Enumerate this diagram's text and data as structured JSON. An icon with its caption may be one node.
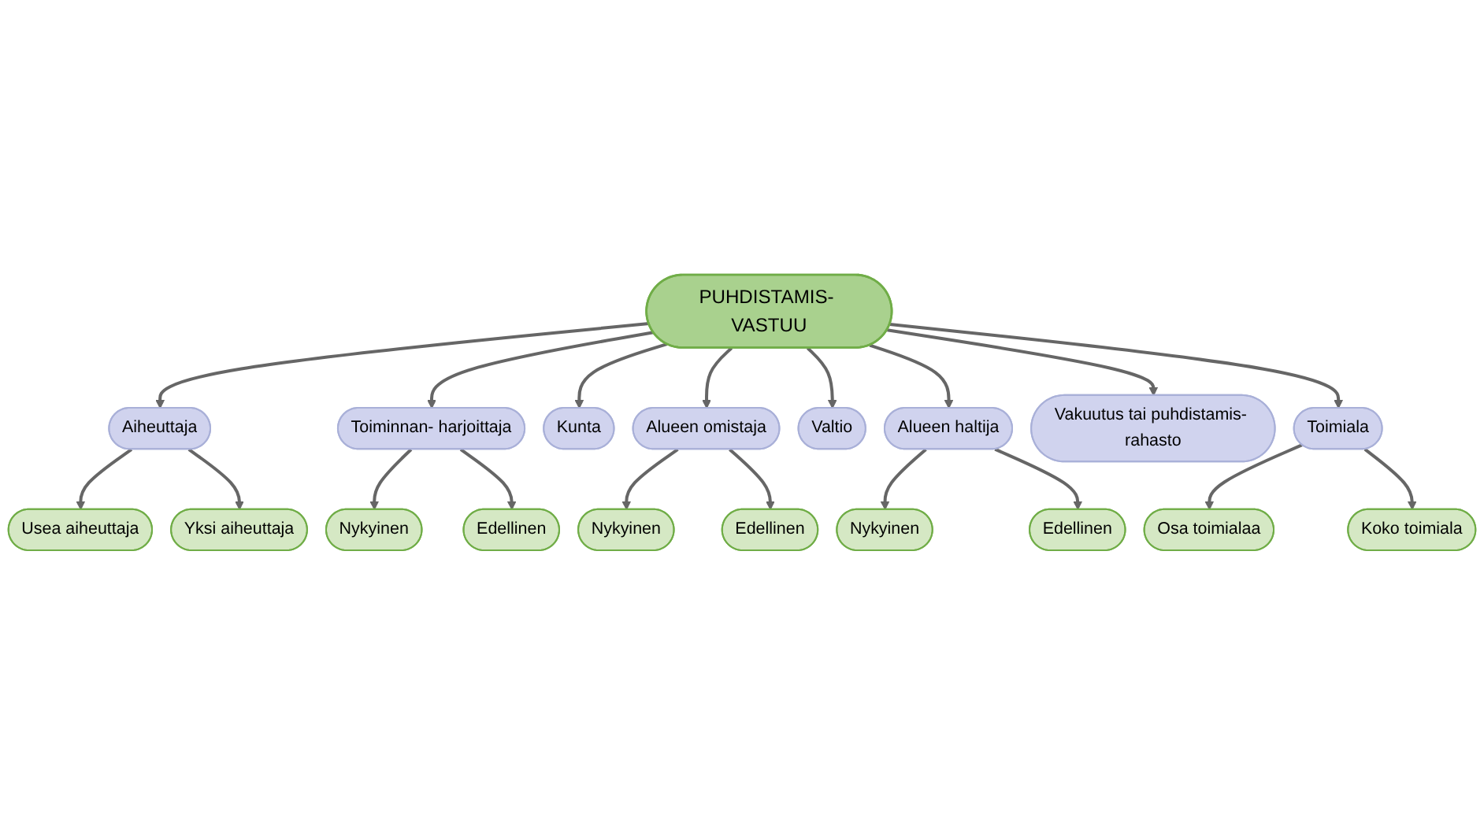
{
  "diagram": {
    "nodes": [
      {
        "text": [
          "PUHDISTAMIS- VASTUU"
        ]
      },
      {
        "text": [
          "Aiheuttaja"
        ]
      },
      {
        "text": [
          "Usea aiheuttaja"
        ]
      },
      {
        "text": [
          "Yksi aiheuttaja"
        ]
      },
      {
        "text": [
          "Toiminnan- harjoittaja"
        ]
      },
      {
        "text": [
          "Nykyinen"
        ]
      },
      {
        "text": [
          "Edellinen"
        ]
      },
      {
        "text": [
          "Kunta"
        ]
      },
      {
        "text": [
          "Alueen omistaja"
        ]
      },
      {
        "text": [
          "Nykyinen"
        ]
      },
      {
        "text": [
          "Edellinen"
        ]
      },
      {
        "text": [
          "Valtio"
        ]
      },
      {
        "text": [
          "Alueen haltija"
        ]
      },
      {
        "text": [
          "Nykyinen"
        ]
      },
      {
        "text": [
          "Edellinen"
        ]
      },
      {
        "text": [
          "Vakuutus tai puhdistamis- rahasto"
        ]
      },
      {
        "text": [
          "Toimiala"
        ]
      },
      {
        "text": [
          "Osa toimialaa"
        ]
      },
      {
        "text": [
          "Koko toimiala"
        ]
      }
    ],
    "edges": [
      {
        "from": 0,
        "to": 1,
        "arrow": "to"
      },
      {
        "from": 0,
        "to": 4,
        "arrow": "to"
      },
      {
        "from": 0,
        "to": 7,
        "arrow": "to"
      },
      {
        "from": 0,
        "to": 8,
        "arrow": "to"
      },
      {
        "from": 0,
        "to": 11,
        "arrow": "to"
      },
      {
        "from": 0,
        "to": 12,
        "arrow": "to"
      },
      {
        "from": 0,
        "to": 15,
        "arrow": "to"
      },
      {
        "from": 0,
        "to": 16,
        "arrow": "to"
      },
      {
        "from": 1,
        "to": 2,
        "arrow": "to"
      },
      {
        "from": 1,
        "to": 3,
        "arrow": "to"
      },
      {
        "from": 4,
        "to": 5,
        "arrow": "to"
      },
      {
        "from": 4,
        "to": 6,
        "arrow": "to"
      },
      {
        "from": 8,
        "to": 9,
        "arrow": "to"
      },
      {
        "from": 8,
        "to": 10,
        "arrow": "to"
      },
      {
        "from": 12,
        "to": 13,
        "arrow": "to"
      },
      {
        "from": 12,
        "to": 14,
        "arrow": "to"
      },
      {
        "from": 16,
        "to": 17,
        "arrow": "to"
      },
      {
        "from": 16,
        "to": 18,
        "arrow": "to"
      }
    ]
  }
}
